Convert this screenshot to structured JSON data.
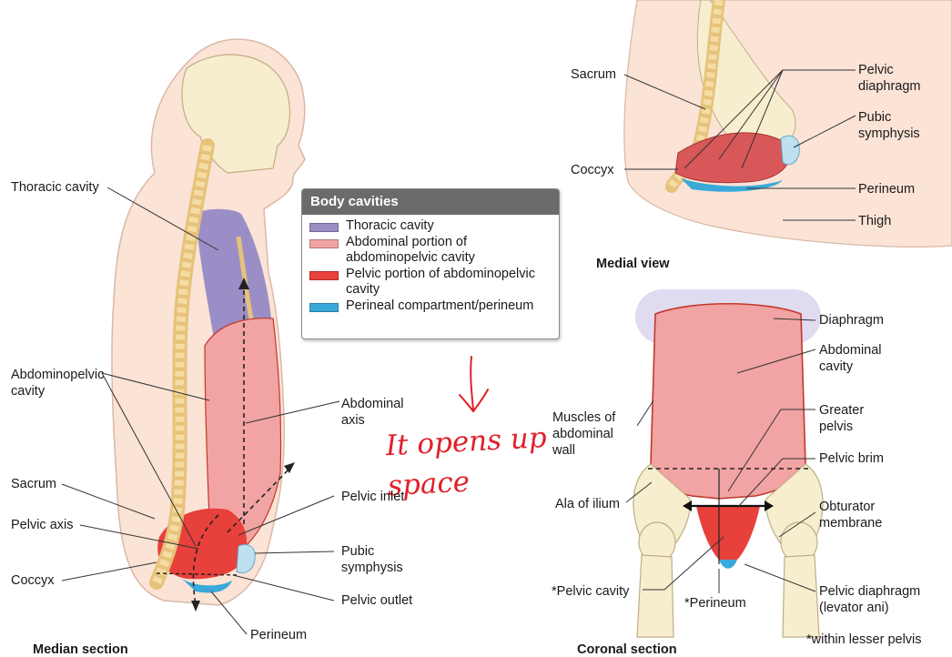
{
  "legend": {
    "title": "Body cavities",
    "items": [
      {
        "label": "Thoracic cavity",
        "color": "#9b8ec7"
      },
      {
        "label": "Abdominal portion of abdominopelvic cavity",
        "color": "#f2a3a3"
      },
      {
        "label": "Pelvic portion of abdominopelvic cavity",
        "color": "#e8403b"
      },
      {
        "label": "Perineal compartment/perineum",
        "color": "#3aa9d9"
      }
    ]
  },
  "median": {
    "thoracic_cavity": "Thoracic cavity",
    "abdominopelvic_cavity": "Abdominopelvic cavity",
    "abdominal_axis": "Abdominal axis",
    "sacrum": "Sacrum",
    "pelvic_inlet": "Pelvic inlet",
    "pelvic_axis": "Pelvic axis",
    "pubic_symphysis": "Pubic symphysis",
    "coccyx": "Coccyx",
    "pelvic_outlet": "Pelvic outlet",
    "perineum": "Perineum",
    "caption": "Median section"
  },
  "medial": {
    "sacrum": "Sacrum",
    "pelvic_diaphragm": "Pelvic diaphragm",
    "pubic_symphysis": "Pubic symphysis",
    "coccyx": "Coccyx",
    "perineum": "Perineum",
    "thigh": "Thigh",
    "caption": "Medial view"
  },
  "coronal": {
    "diaphragm": "Diaphragm",
    "abdominal_cavity": "Abdominal cavity",
    "muscles_wall": "Muscles of abdominal wall",
    "greater_pelvis": "Greater pelvis",
    "pelvic_brim": "Pelvic brim",
    "ala_ilium": "Ala of ilium",
    "obturator": "Obturator membrane",
    "pelvic_cavity": "*Pelvic cavity",
    "perineum": "*Perineum",
    "pelvic_diaphragm": "Pelvic diaphragm (levator ani)",
    "footnote": "*within lesser pelvis",
    "caption": "Coronal section"
  },
  "annotation": {
    "text": "It opens up space",
    "color": "#e0202a"
  }
}
